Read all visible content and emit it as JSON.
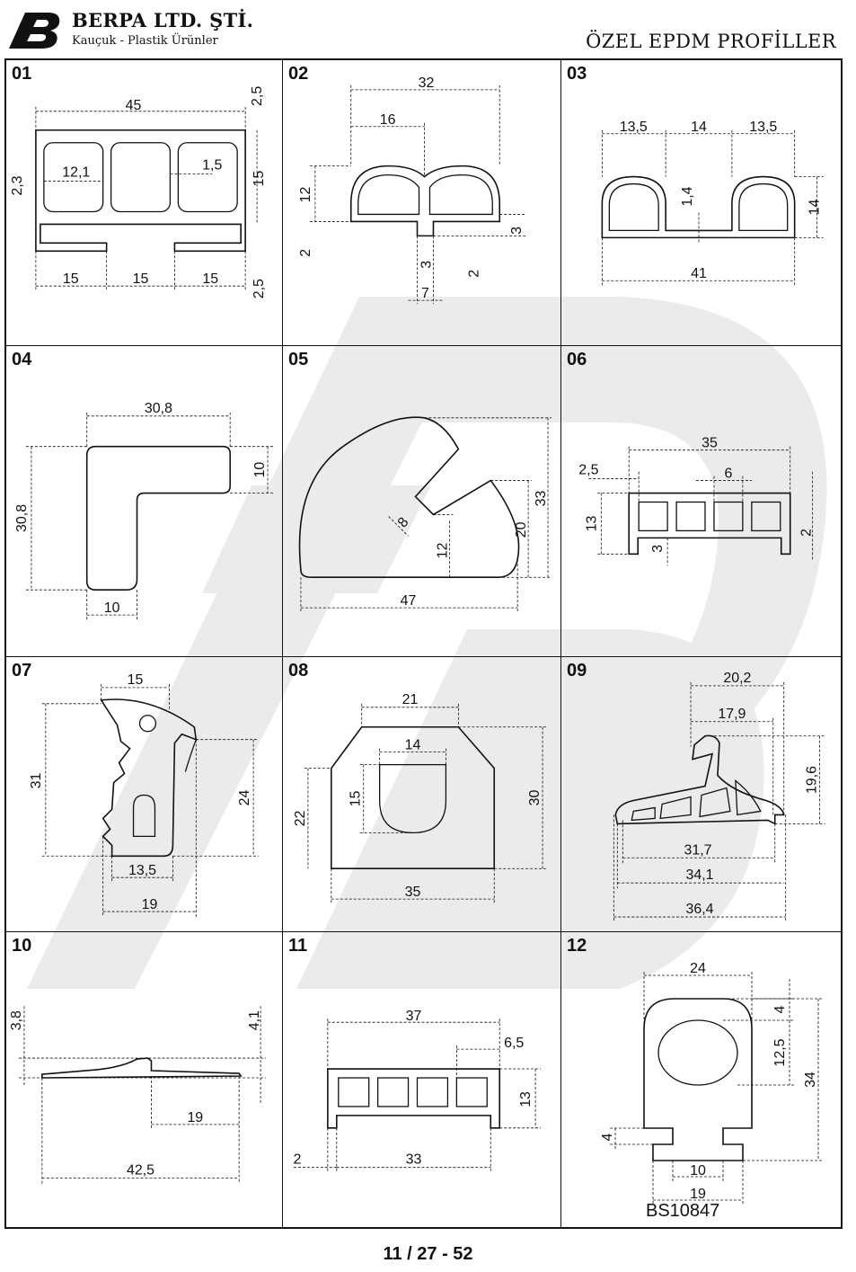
{
  "header": {
    "company": "BERPA LTD. ŞTİ.",
    "tagline": "Kauçuk - Plastik Ürünler",
    "title": "ÖZEL EPDM PROFİLLER"
  },
  "profiles": [
    {
      "number": "01",
      "dims": [
        "45",
        "2,5",
        "2,3",
        "12,1",
        "1,5",
        "15",
        "15",
        "15",
        "15",
        "2,5"
      ]
    },
    {
      "number": "02",
      "dims": [
        "32",
        "16",
        "12",
        "2",
        "3",
        "3",
        "2",
        "7"
      ]
    },
    {
      "number": "03",
      "dims": [
        "13,5",
        "14",
        "13,5",
        "1,4",
        "14",
        "41"
      ]
    },
    {
      "number": "04",
      "dims": [
        "30,8",
        "10",
        "30,8",
        "10"
      ]
    },
    {
      "number": "05",
      "dims": [
        "8",
        "12",
        "20",
        "33",
        "47"
      ]
    },
    {
      "number": "06",
      "dims": [
        "35",
        "2,5",
        "6",
        "13",
        "3",
        "2"
      ]
    },
    {
      "number": "07",
      "dims": [
        "15",
        "31",
        "24",
        "13,5",
        "19"
      ]
    },
    {
      "number": "08",
      "dims": [
        "21",
        "14",
        "15",
        "22",
        "30",
        "35"
      ]
    },
    {
      "number": "09",
      "dims": [
        "20,2",
        "17,9",
        "19,6",
        "31,7",
        "34,1",
        "36,4"
      ]
    },
    {
      "number": "10",
      "dims": [
        "3,8",
        "4,1",
        "19",
        "42,5"
      ]
    },
    {
      "number": "11",
      "dims": [
        "37",
        "6,5",
        "13",
        "2",
        "33"
      ]
    },
    {
      "number": "12",
      "dims": [
        "24",
        "4",
        "12,5",
        "34",
        "4",
        "10",
        "19"
      ],
      "code": "BS10847"
    }
  ],
  "footer": {
    "page": "11 / 27 - 52"
  }
}
